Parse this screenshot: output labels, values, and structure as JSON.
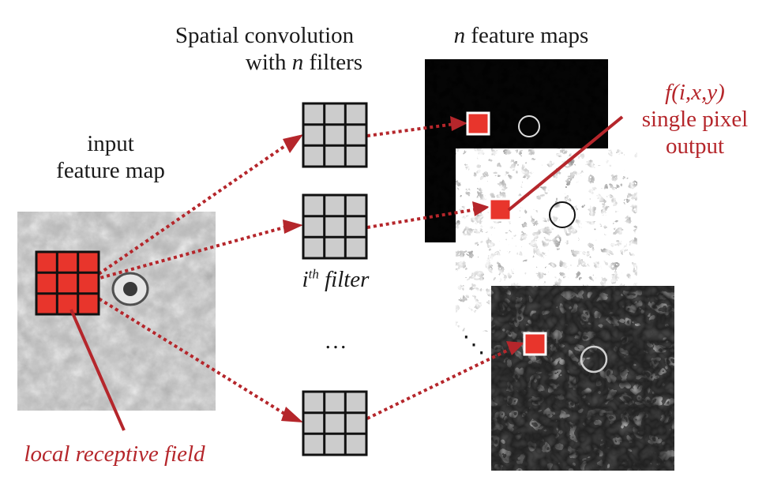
{
  "colors": {
    "accent": "#b5262b",
    "highlight_fill": "#e8352c",
    "filter_fill": "#cccccc",
    "text": "#1a1a1a"
  },
  "labels": {
    "spatial_line1": "Spatial convolution",
    "spatial_line2_pre": "with ",
    "spatial_line2_var": "n",
    "spatial_line2_post": " filters",
    "maps_var": "n",
    "maps_post": " feature maps",
    "input_line1": "input",
    "input_line2": "feature map",
    "ith_i": "i",
    "ith_sup": "th",
    "ith_post": " filter",
    "filter_ellipsis": "…",
    "maps_ellipsis": "⋱",
    "output_f": "f",
    "output_args": "(i,x,y)",
    "output_line2": "single pixel",
    "output_line3": "output",
    "receptive": "local receptive field"
  },
  "images": {
    "input": "owl-grayscale-image",
    "map1": "owl-edge-map-dark",
    "map2": "owl-edge-map-bright",
    "map3": "owl-edge-map-texture"
  }
}
